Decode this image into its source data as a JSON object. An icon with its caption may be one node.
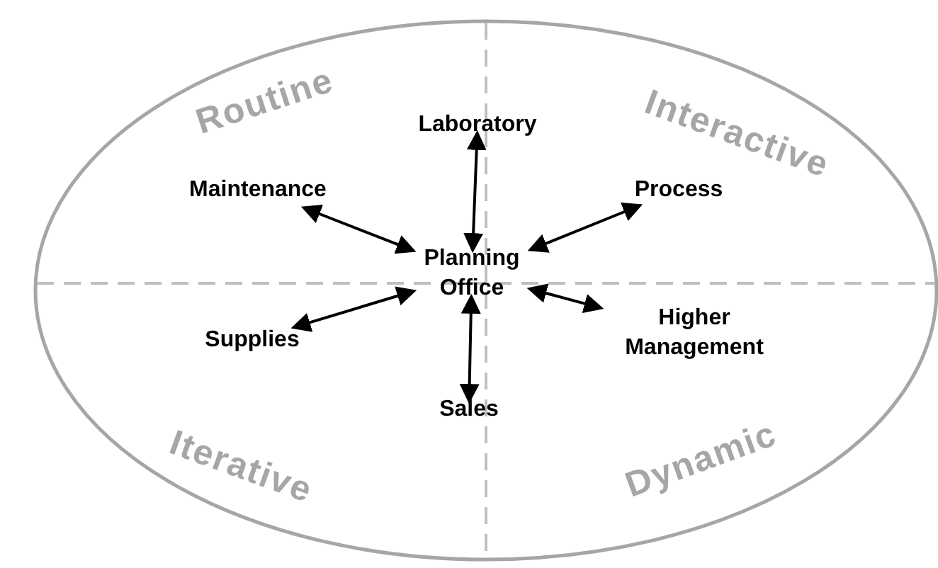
{
  "diagram": {
    "nodes": [
      {
        "text": [
          "Laboratory"
        ]
      },
      {
        "text": [
          "Maintenance"
        ]
      },
      {
        "text": [
          "Process"
        ]
      },
      {
        "text": [
          "Planning Office"
        ]
      },
      {
        "text": [
          "Supplies"
        ]
      },
      {
        "text": [
          "Higher Management"
        ]
      },
      {
        "text": [
          "Sales"
        ]
      }
    ],
    "edges": [
      {
        "from": 3,
        "to": 0,
        "arrow": "both"
      },
      {
        "from": 3,
        "to": 1,
        "arrow": "both"
      },
      {
        "from": 3,
        "to": 2,
        "arrow": "both"
      },
      {
        "from": 3,
        "to": 4,
        "arrow": "both"
      },
      {
        "from": 3,
        "to": 5,
        "arrow": "both"
      },
      {
        "from": 3,
        "to": 6,
        "arrow": "both"
      }
    ],
    "labels": [
      "Routine",
      "Interactive",
      "Iterative",
      "Dynamic"
    ]
  }
}
